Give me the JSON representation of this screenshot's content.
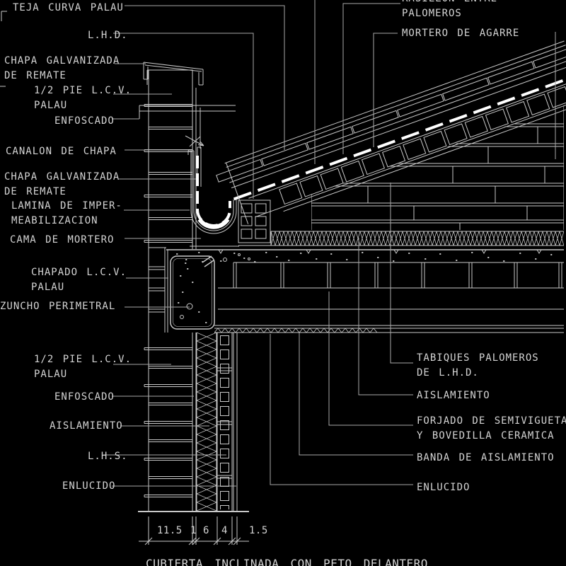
{
  "colors": {
    "background": "#000000",
    "line": "#c9c9c9",
    "leader": "#a8a8a8",
    "membrane": "#ffffff",
    "text": "#d4d4d4"
  },
  "title": {
    "text": "CUBIERTA INCLINADA CON PETO DELANTERO"
  },
  "labels_left": [
    {
      "lines": [
        "TEJA CURVA PALAU"
      ]
    },
    {
      "lines": [
        "L.H.D."
      ]
    },
    {
      "lines": [
        "CHAPA GALVANIZADA",
        "DE REMATE"
      ]
    },
    {
      "lines": [
        "1/2 PIE L.C.V.",
        "PALAU"
      ]
    },
    {
      "lines": [
        "ENFOSCADO"
      ]
    },
    {
      "lines": [
        "CANALON DE CHAPA"
      ]
    },
    {
      "lines": [
        "CHAPA GALVANIZADA",
        "DE REMATE"
      ]
    },
    {
      "lines": [
        "LAMINA DE IMPER-",
        "MEABILIZACION"
      ]
    },
    {
      "lines": [
        "CAMA DE MORTERO"
      ]
    },
    {
      "lines": [
        "CHAPADO L.C.V.",
        "PALAU"
      ]
    },
    {
      "lines": [
        "ZUNCHO PERIMETRAL"
      ]
    },
    {
      "lines": [
        "1/2 PIE L.C.V.",
        "PALAU"
      ]
    },
    {
      "lines": [
        "ENFOSCADO"
      ]
    },
    {
      "lines": [
        "AISLAMIENTO"
      ]
    },
    {
      "lines": [
        "L.H.S."
      ]
    },
    {
      "lines": [
        "ENLUCIDO"
      ]
    }
  ],
  "labels_right": [
    {
      "lines": [
        "RASILLON ENTRE",
        "PALOMEROS"
      ]
    },
    {
      "lines": [
        "MORTERO DE AGARRE"
      ]
    },
    {
      "lines": [
        "TABIQUES PALOMEROS",
        "DE L.H.D."
      ]
    },
    {
      "lines": [
        "AISLAMIENTO"
      ]
    },
    {
      "lines": [
        "FORJADO DE SEMIVIGUETA",
        "Y BOVEDILLA CERAMICA"
      ]
    },
    {
      "lines": [
        "BANDA DE AISLAMIENTO"
      ]
    },
    {
      "lines": [
        "ENLUCIDO"
      ]
    }
  ],
  "dimensions": {
    "values": [
      "11.5",
      "1",
      "6",
      "4",
      "1.5"
    ]
  }
}
